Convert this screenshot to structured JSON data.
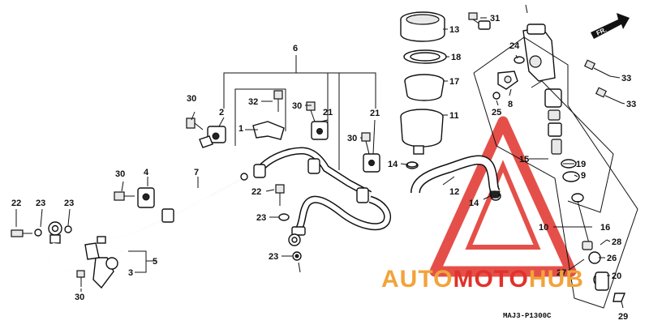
{
  "diagram": {
    "part_numbers": [
      "2",
      "3",
      "4",
      "5",
      "6",
      "7",
      "8",
      "9",
      "10",
      "11",
      "12",
      "13",
      "14",
      "15",
      "16",
      "17",
      "18",
      "19",
      "20",
      "21",
      "22",
      "23",
      "24",
      "25",
      "26",
      "27",
      "28",
      "29",
      "30",
      "31",
      "32",
      "33"
    ],
    "code": "MAJ3-P1300C",
    "direction_label": "FR.",
    "colors": {
      "line": "#111111",
      "watermark_red": "#e0322a",
      "watermark_orange": "#f2a33a"
    }
  },
  "watermark": {
    "part1": "AUTO",
    "part2": "MOTO",
    "part3": "HUB"
  }
}
